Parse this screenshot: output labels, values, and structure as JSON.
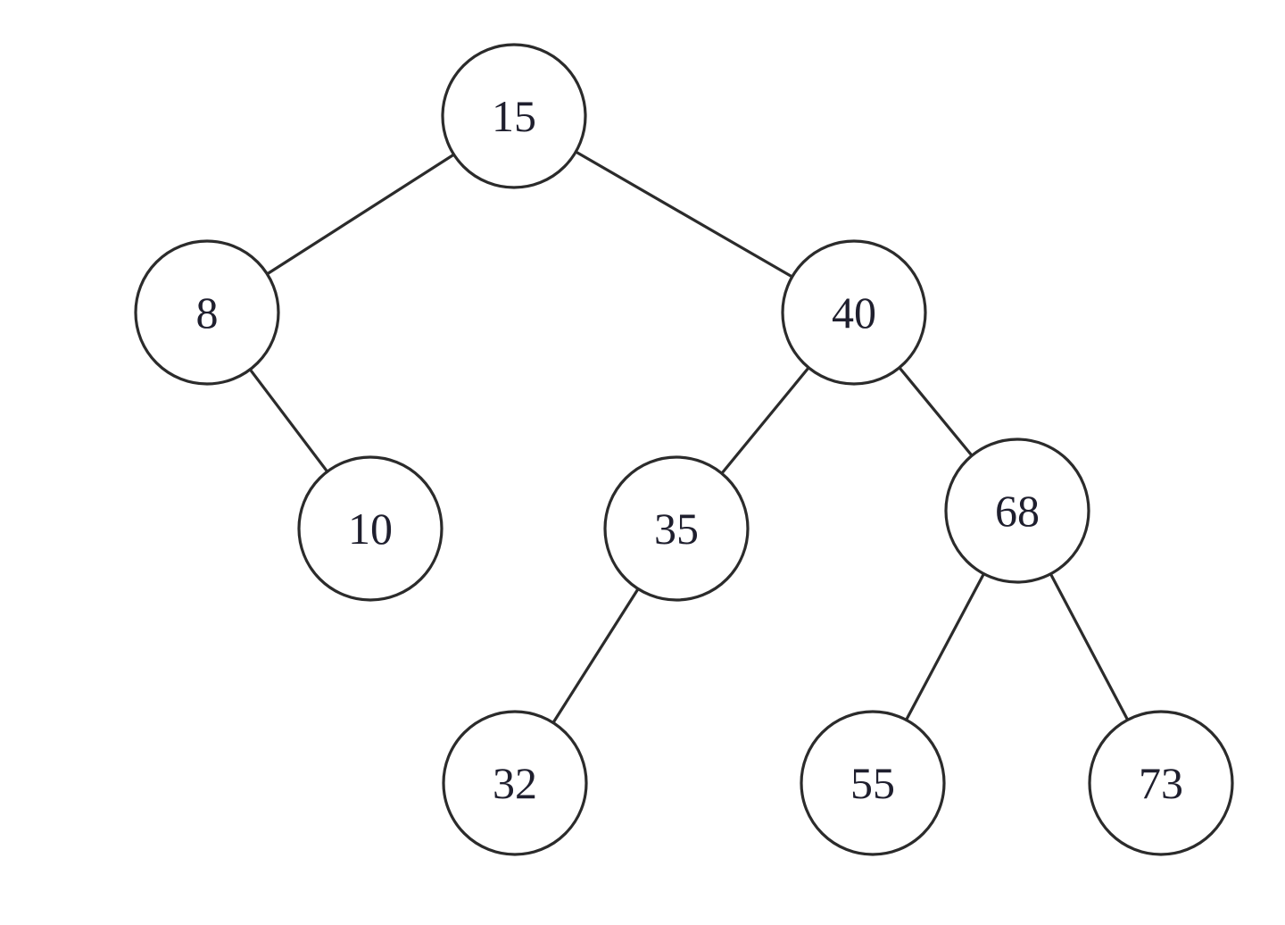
{
  "tree": {
    "nodes": [
      {
        "id": "n15",
        "label": "15"
      },
      {
        "id": "n8",
        "label": "8"
      },
      {
        "id": "n40",
        "label": "40"
      },
      {
        "id": "n10",
        "label": "10"
      },
      {
        "id": "n35",
        "label": "35"
      },
      {
        "id": "n68",
        "label": "68"
      },
      {
        "id": "n32",
        "label": "32"
      },
      {
        "id": "n55",
        "label": "55"
      },
      {
        "id": "n73",
        "label": "73"
      }
    ],
    "edges": [
      {
        "from": "n15",
        "to": "n8"
      },
      {
        "from": "n15",
        "to": "n40"
      },
      {
        "from": "n8",
        "to": "n10"
      },
      {
        "from": "n40",
        "to": "n35"
      },
      {
        "from": "n40",
        "to": "n68"
      },
      {
        "from": "n35",
        "to": "n32"
      },
      {
        "from": "n68",
        "to": "n55"
      },
      {
        "from": "n68",
        "to": "n73"
      }
    ]
  }
}
